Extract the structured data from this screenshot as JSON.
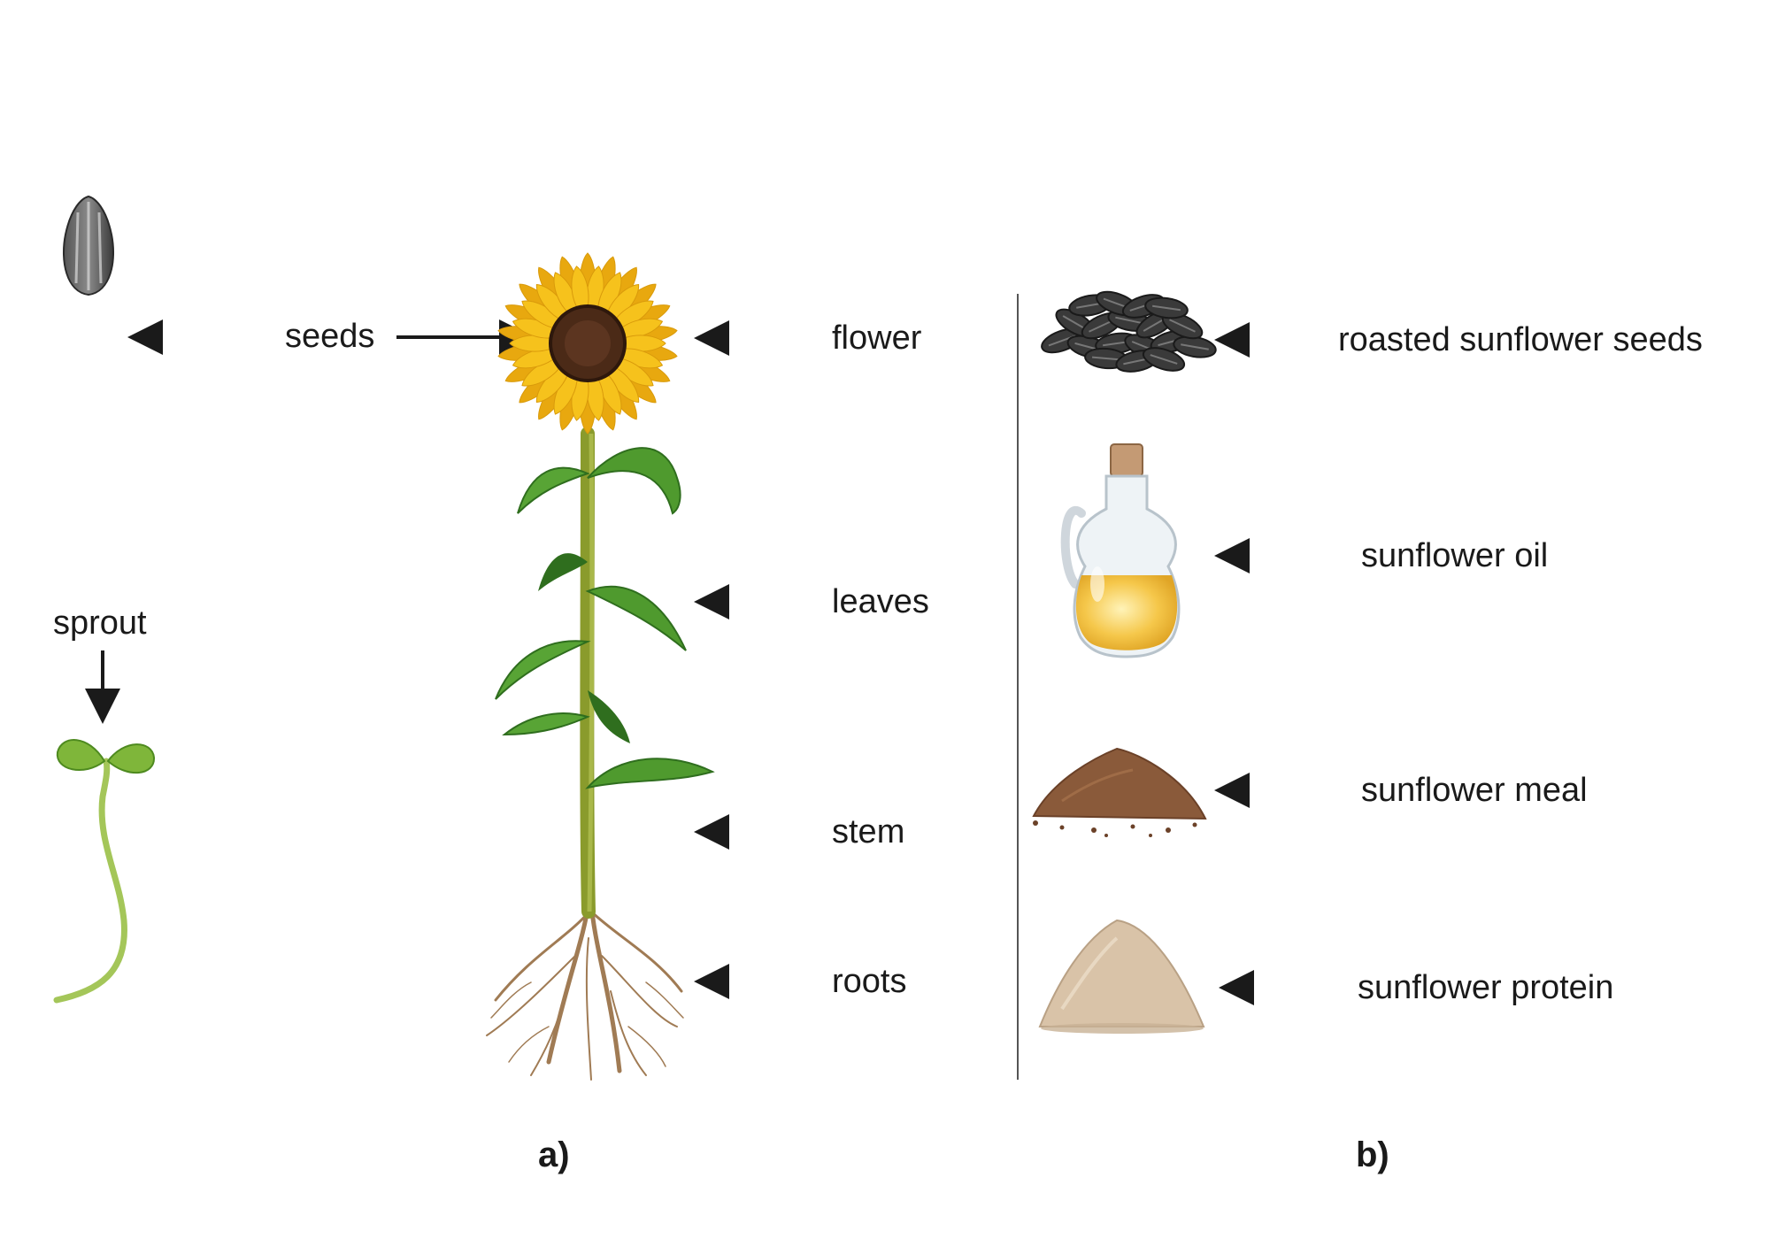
{
  "panel_a": {
    "caption": "a)",
    "seed_label": "seeds",
    "sprout_label": "sprout",
    "parts": {
      "flower": "flower",
      "leaves": "leaves",
      "stem": "stem",
      "roots": "roots"
    }
  },
  "panel_b": {
    "caption": "b)",
    "products": {
      "roasted_seeds": "roasted sunflower seeds",
      "oil": "sunflower oil",
      "meal": "sunflower meal",
      "protein": "sunflower protein"
    }
  },
  "colors": {
    "petal": "#f6c21c",
    "petal_dark": "#e8a80f",
    "disc": "#4b2a17",
    "stem": "#8a9b2c",
    "leaf": "#4f9a2e",
    "leaf_dark": "#2f6e1e",
    "root": "#a07b54",
    "seed": "#3a3a3a",
    "oil": "#f5c74a",
    "meal": "#8a5a3a",
    "protein": "#d9c3a8"
  }
}
